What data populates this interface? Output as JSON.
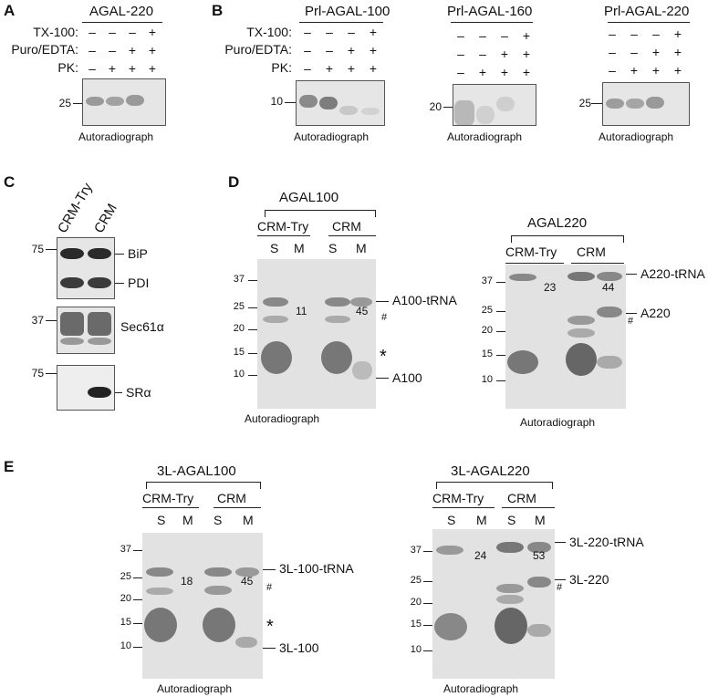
{
  "panelA": {
    "letter": "A",
    "title": "AGAL-220",
    "row_labels": [
      "TX-100:",
      "Puro/EDTA:",
      "PK:"
    ],
    "rows": [
      [
        "–",
        "–",
        "–",
        "+"
      ],
      [
        "–",
        "–",
        "+",
        "+"
      ],
      [
        "–",
        "+",
        "+",
        "+"
      ]
    ],
    "marker": "25",
    "footer": "Autoradiograph"
  },
  "panelB": {
    "letter": "B",
    "row_labels": [
      "TX-100:",
      "Puro/EDTA:",
      "PK:"
    ],
    "blots": [
      {
        "title": "Prl-AGAL-100",
        "marker": "10",
        "footer": "Autoradiograph",
        "rows": [
          [
            "–",
            "–",
            "–",
            "+"
          ],
          [
            "–",
            "–",
            "+",
            "+"
          ],
          [
            "–",
            "+",
            "+",
            "+"
          ]
        ]
      },
      {
        "title": "Prl-AGAL-160",
        "marker": "20",
        "footer": "Autoradiograph",
        "rows": [
          [
            "–",
            "–",
            "–",
            "+"
          ],
          [
            "–",
            "–",
            "+",
            "+"
          ],
          [
            "–",
            "+",
            "+",
            "+"
          ]
        ]
      },
      {
        "title": "Prl-AGAL-220",
        "marker": "25",
        "footer": "Autoradiograph",
        "rows": [
          [
            "–",
            "–",
            "–",
            "+"
          ],
          [
            "–",
            "–",
            "+",
            "+"
          ],
          [
            "–",
            "+",
            "+",
            "+"
          ]
        ]
      }
    ]
  },
  "panelC": {
    "letter": "C",
    "lanes": [
      "CRM-Try",
      "CRM"
    ],
    "markers": [
      "75",
      "37",
      "75"
    ],
    "labels": [
      "BiP",
      "PDI",
      "Sec61α",
      "SRα"
    ]
  },
  "panelD": {
    "letter": "D",
    "blots": [
      {
        "title": "AGAL100",
        "groups": [
          "CRM-Try",
          "CRM"
        ],
        "lanes": [
          "S",
          "M",
          "S",
          "M"
        ],
        "markers": [
          "37",
          "25",
          "20",
          "15",
          "10"
        ],
        "values": [
          "11",
          "45"
        ],
        "labels": [
          "A100-tRNA",
          "#",
          "*",
          "A100"
        ],
        "footer": "Autoradiograph"
      },
      {
        "title": "AGAL220",
        "groups": [
          "CRM-Try",
          "CRM"
        ],
        "lanes": [
          "S",
          "M",
          "S",
          "M"
        ],
        "markers": [
          "37",
          "25",
          "20",
          "15",
          "10"
        ],
        "values": [
          "23",
          "44"
        ],
        "labels": [
          "A220-tRNA",
          "A220",
          "#"
        ],
        "footer": "Autoradiograph"
      }
    ]
  },
  "panelE": {
    "letter": "E",
    "blots": [
      {
        "title": "3L-AGAL100",
        "groups": [
          "CRM-Try",
          "CRM"
        ],
        "lanes": [
          "S",
          "M",
          "S",
          "M"
        ],
        "markers": [
          "37",
          "25",
          "20",
          "15",
          "10"
        ],
        "values": [
          "18",
          "45"
        ],
        "labels": [
          "3L-100-tRNA",
          "#",
          "*",
          "3L-100"
        ],
        "footer": "Autoradiograph"
      },
      {
        "title": "3L-AGAL220",
        "groups": [
          "CRM-Try",
          "CRM"
        ],
        "lanes": [
          "S",
          "M",
          "S",
          "M"
        ],
        "markers": [
          "37",
          "25",
          "20",
          "15",
          "10"
        ],
        "values": [
          "24",
          "53"
        ],
        "labels": [
          "3L-220-tRNA",
          "3L-220",
          "#"
        ],
        "footer": "Autoradiograph"
      }
    ]
  }
}
